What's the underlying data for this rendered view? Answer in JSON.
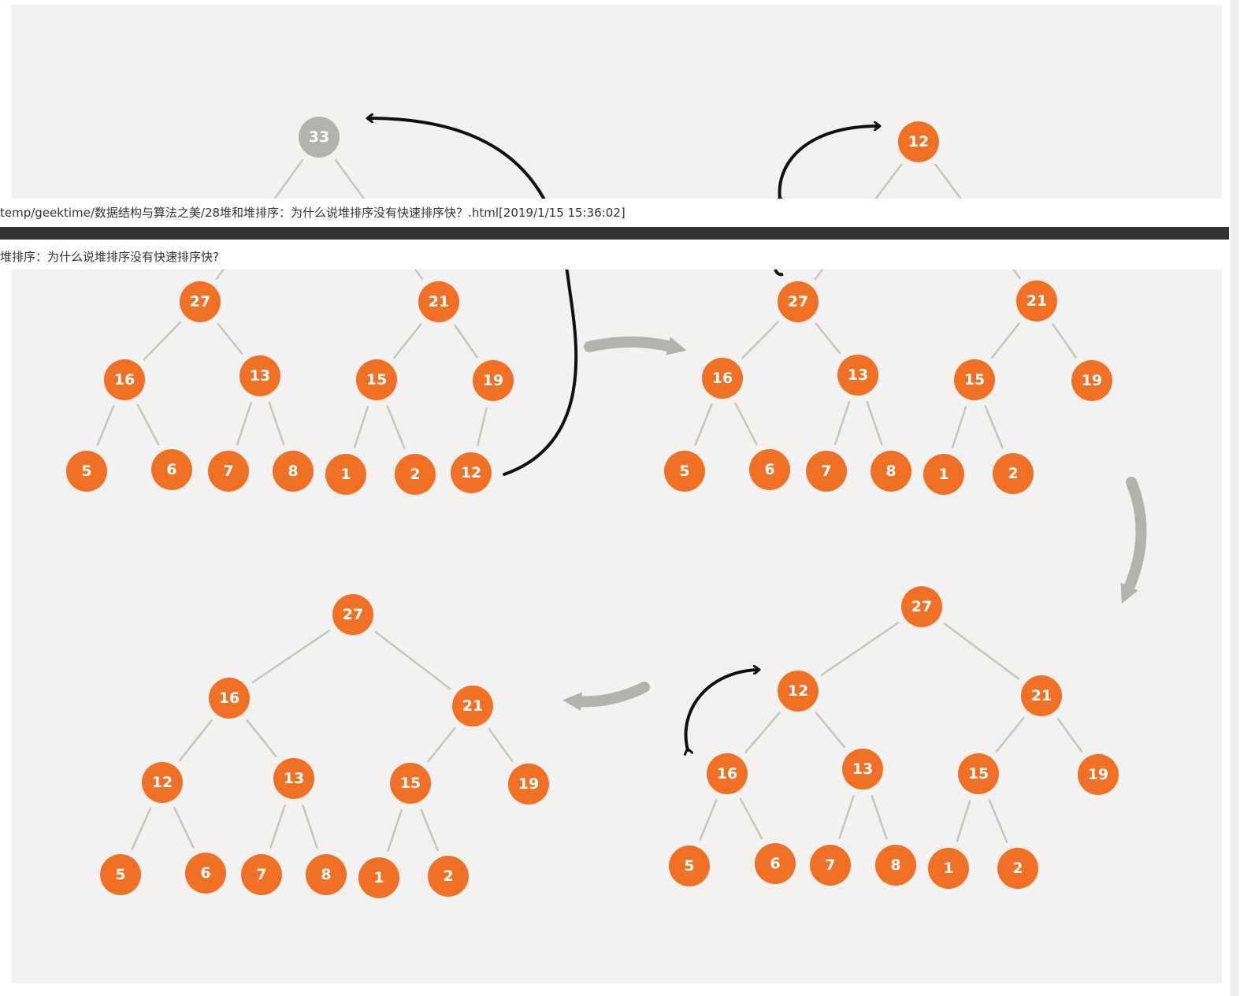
{
  "document": {
    "footer_path": "temp/geektime/数据结构与算法之美/28堆和堆排序：为什么说堆排序没有快速排序快？.html[2019/1/15 15:36:02]",
    "header_title": "堆排序：为什么说堆排序没有快速排序快?"
  },
  "colors": {
    "node_fill": "#f07126",
    "removed_node_fill": "#b3b2ae",
    "edge": "#c6c5c2",
    "swap_arrow": "#111111",
    "flow_arrow": "#b3b2ae",
    "canvas": "#f4f2f0"
  },
  "diagram": {
    "trees": [
      {
        "id": "step-1-swap-top-with-last",
        "nodes": [
          33,
          27,
          21,
          16,
          13,
          15,
          19,
          5,
          6,
          7,
          8,
          1,
          2,
          12
        ],
        "removed": [
          33
        ]
      },
      {
        "id": "step-2-after-swap",
        "nodes": [
          12,
          27,
          21,
          16,
          13,
          15,
          19,
          5,
          6,
          7,
          8,
          1,
          2
        ],
        "removed": []
      },
      {
        "id": "step-3-sift-down",
        "nodes": [
          27,
          12,
          21,
          16,
          13,
          15,
          19,
          5,
          6,
          7,
          8,
          1,
          2
        ],
        "removed": []
      },
      {
        "id": "step-4-result",
        "nodes": [
          27,
          16,
          21,
          12,
          13,
          15,
          19,
          5,
          6,
          7,
          8,
          1,
          2
        ],
        "removed": []
      }
    ]
  }
}
